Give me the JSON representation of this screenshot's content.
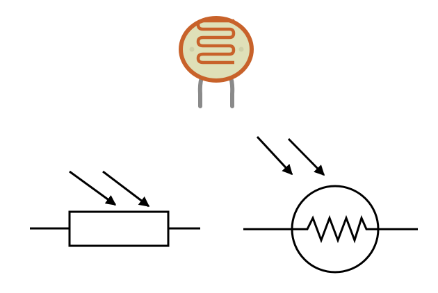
{
  "colors": {
    "ldr_body": "#c8622a",
    "ldr_face": "#dfe0b8",
    "ldr_leads": "#8a8a8a",
    "symbol_stroke": "#000000"
  },
  "components": [
    {
      "id": "photoresistor-photo",
      "kind": "image"
    },
    {
      "id": "ldr-symbol-rectangle",
      "kind": "schematic"
    },
    {
      "id": "ldr-symbol-circle-zigzag",
      "kind": "schematic"
    }
  ]
}
